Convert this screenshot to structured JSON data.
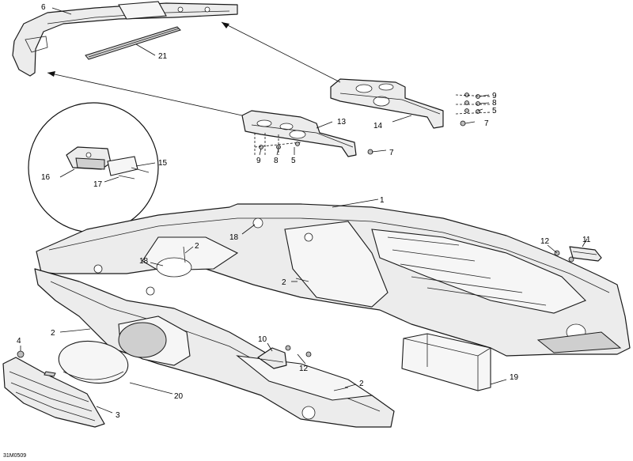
{
  "callouts": {
    "c1": "1",
    "c2a": "2",
    "c2b": "2",
    "c2c": "2",
    "c2d": "2",
    "c3": "3",
    "c4": "4",
    "c5a": "5",
    "c5b": "5",
    "c6": "6",
    "c7a": "7",
    "c7b": "7",
    "c8a": "8",
    "c8b": "8",
    "c9a": "9",
    "c9b": "9",
    "c10": "10",
    "c11": "11",
    "c12a": "12",
    "c12b": "12",
    "c13": "13",
    "c14": "14",
    "c15": "15",
    "c16": "16",
    "c17": "17",
    "c18a": "18",
    "c18b": "18",
    "c19": "19",
    "c20": "20",
    "c21": "21"
  },
  "figure_code": "31M0509"
}
